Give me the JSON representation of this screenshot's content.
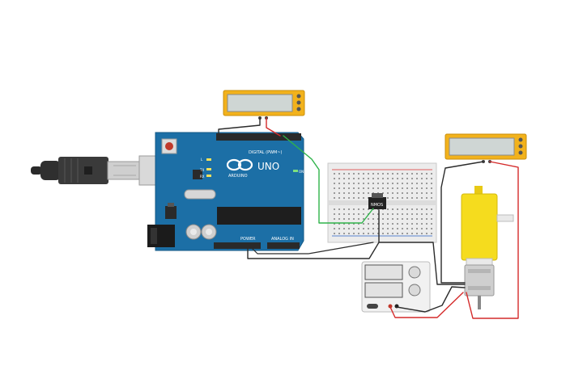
{
  "arduino": {
    "model_label": "UNO",
    "brand_label": "ARDUINO",
    "digital_label": "DIGITAL (PWM~)",
    "power_label": "POWER",
    "analog_label": "ANALOG IN",
    "tx_label": "TX",
    "rx_label": "RX",
    "l_label": "L",
    "on_label": "ON"
  },
  "transistor": {
    "label": "NMOS"
  },
  "colors": {
    "board": "#1c6fa6",
    "breadboard": "#ececec",
    "wire_green": "#2fb34a",
    "wire_red": "#d42a2a",
    "wire_black": "#2b2b2b",
    "meter_body": "#f2b21c",
    "motor_yellow": "#f5dc1e"
  }
}
